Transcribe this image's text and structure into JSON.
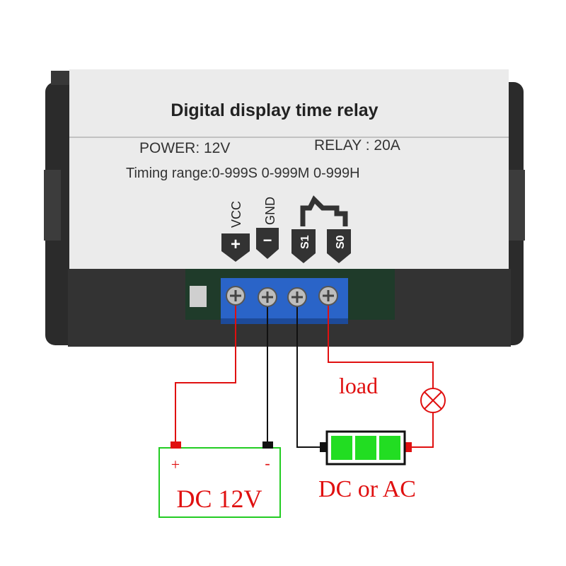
{
  "label_panel": {
    "title": "Digital display time relay",
    "power": "POWER: 12V",
    "relay": "RELAY : 20A",
    "timing": "Timing range:0-999S 0-999M 0-999H"
  },
  "terminals": [
    {
      "name": "VCC",
      "symbol": "+"
    },
    {
      "name": "GND",
      "symbol": "−"
    },
    {
      "name": "S1",
      "symbol": ""
    },
    {
      "name": "S0",
      "symbol": ""
    }
  ],
  "wiring": {
    "load_label": "load",
    "power_source": {
      "plus": "+",
      "minus": "-",
      "label": "DC 12V"
    },
    "load_supply_label": "DC or AC"
  },
  "colors": {
    "wire_positive": "#e01010",
    "wire_negative": "#111111",
    "terminal_block": "#2a64c8",
    "battery_cell": "#22dd22",
    "power_box": "#22cc22",
    "text_red": "#e01010"
  }
}
